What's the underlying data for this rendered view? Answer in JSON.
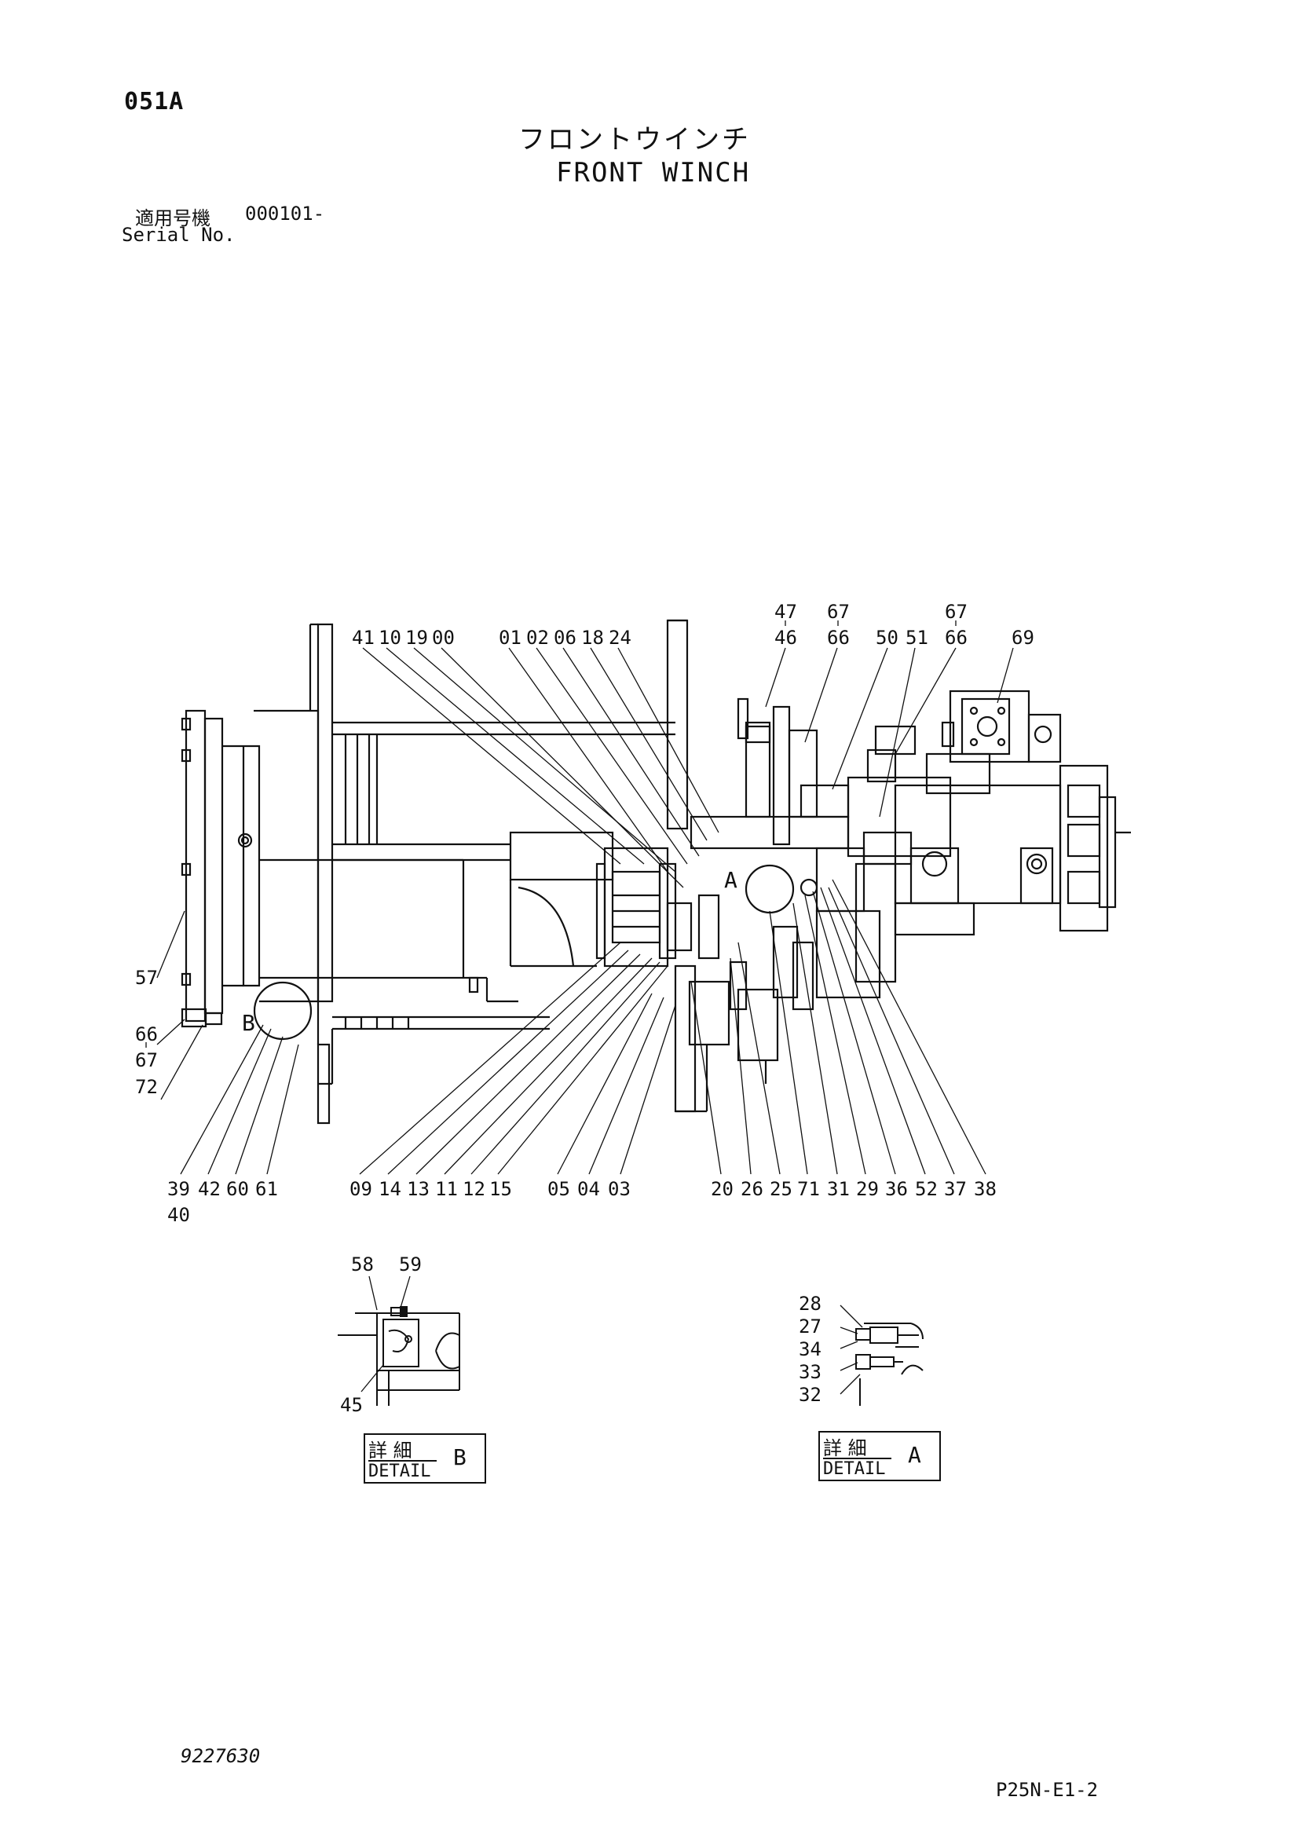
{
  "page": {
    "code": "051A",
    "title_jp": "フロントウインチ",
    "title_en": "FRONT WINCH",
    "serial_label_jp": "適用号機",
    "serial_value": "000101-",
    "serial_label_en": "Serial No.",
    "doc_number": "9227630",
    "page_ref": "P25N-E1-2"
  },
  "callouts_top": [
    "41",
    "10",
    "19",
    "00",
    "01",
    "02",
    "06",
    "18",
    "24",
    "47",
    "46",
    "67",
    "66",
    "50",
    "51",
    "67",
    "66",
    "69"
  ],
  "callouts_left": [
    "57",
    "66",
    "67",
    "72"
  ],
  "callouts_bottom": [
    "39",
    "40",
    "42",
    "60",
    "61",
    "09",
    "14",
    "13",
    "11",
    "12",
    "15",
    "05",
    "04",
    "03",
    "20",
    "26",
    "25",
    "71",
    "31",
    "29",
    "36",
    "52",
    "37",
    "38"
  ],
  "section_markers": [
    "A",
    "B"
  ],
  "detail_b": {
    "callouts": [
      "58",
      "59",
      "45"
    ],
    "label_jp": "詳 細",
    "label_en": "DETAIL",
    "letter": "B"
  },
  "detail_a": {
    "callouts": [
      "28",
      "27",
      "34",
      "33",
      "32"
    ],
    "label_jp": "詳 細",
    "label_en": "DETAIL",
    "letter": "A"
  }
}
